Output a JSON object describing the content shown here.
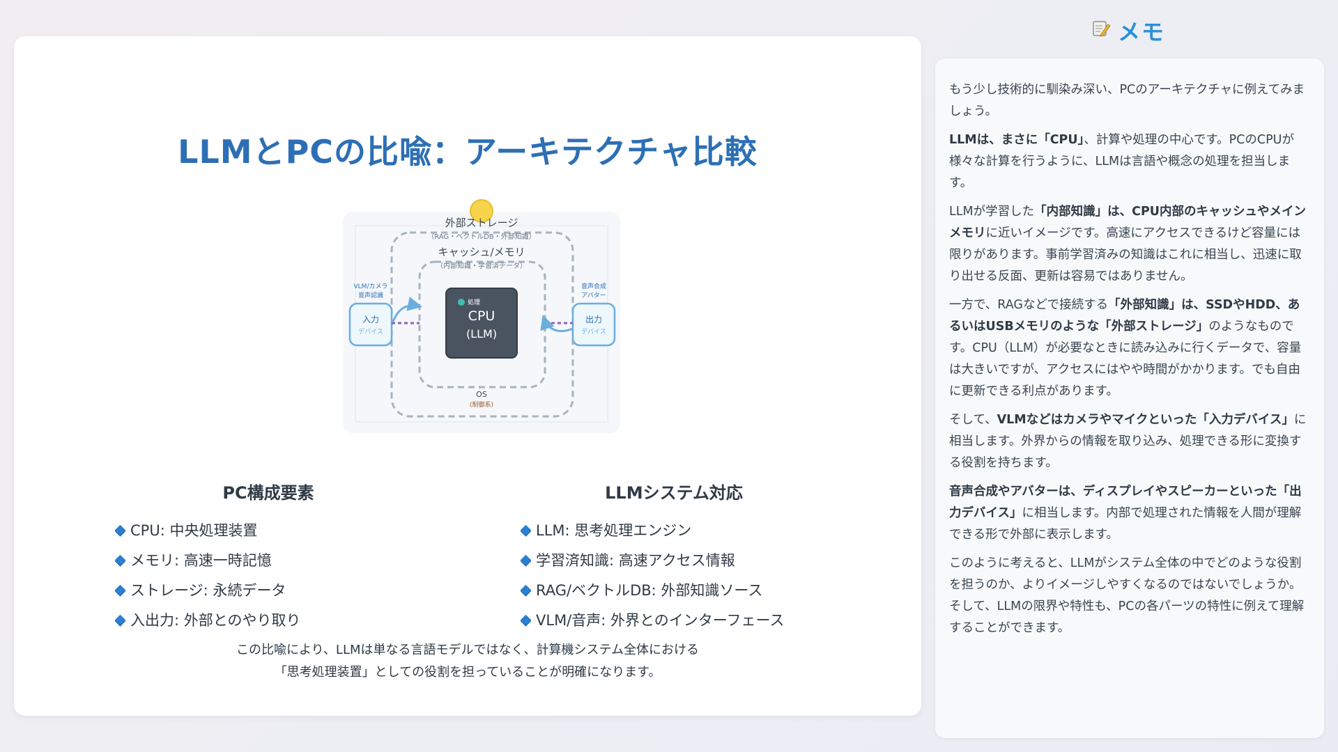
{
  "slide": {
    "title": "LLMとPCの比喩：アーキテクチャ比較",
    "diagram": {
      "storage_label": "外部ストレージ",
      "storage_sub": "（RAG・ベクトルDB・外部知識）",
      "cache_label": "キャッシュ/メモリ",
      "cache_sub": "（内部知識・学習済データ）",
      "cpu_tag": "処理",
      "cpu_line1": "CPU",
      "cpu_line2": "(LLM)",
      "input_caption_1": "VLM/カメラ",
      "input_caption_2": "音声認識",
      "input_label": "入力",
      "input_sub": "デバイス",
      "output_caption_1": "音声合成",
      "output_caption_2": "アバター",
      "output_label": "出力",
      "output_sub": "デバイス",
      "os_label": "OS",
      "os_sub": "(制御系)"
    },
    "left_column": {
      "heading": "PC構成要素",
      "items": [
        "CPU: 中央処理装置",
        "メモリ: 高速一時記憶",
        "ストレージ: 永続データ",
        "入出力: 外部とのやり取り"
      ]
    },
    "right_column": {
      "heading": "LLMシステム対応",
      "items": [
        "LLM: 思考処理エンジン",
        "学習済知識: 高速アクセス情報",
        "RAG/ベクトルDB: 外部知識ソース",
        "VLM/音声: 外界とのインターフェース"
      ]
    },
    "summary_line1": "この比喩により、LLMは単なる言語モデルではなく、計算機システム全体における",
    "summary_line2": "「思考処理装置」としての役割を担っていることが明確になります。"
  },
  "memo": {
    "icon": "memo-pencil-icon",
    "title": "メモ",
    "p1": "もう少し技術的に馴染み深い、PCのアーキテクチャに例えてみましょう。",
    "p2_bold": "LLMは、まさに「CPU」",
    "p2_rest": "、計算や処理の中心です。PCのCPUが様々な計算を行うように、LLMは言語や概念の処理を担当します。",
    "p3_pre": "LLMが学習した",
    "p3_bold": "「内部知識」は、CPU内部のキャッシュやメインメモリ",
    "p3_rest": "に近いイメージです。高速にアクセスできるけど容量には限りがあります。事前学習済みの知識はこれに相当し、迅速に取り出せる反面、更新は容易ではありません。",
    "p4_pre": "一方で、RAGなどで接続する",
    "p4_bold": "「外部知識」は、SSDやHDD、あるいはUSBメモリのような「外部ストレージ」",
    "p4_rest": "のようなものです。CPU（LLM）が必要なときに読み込みに行くデータで、容量は大きいですが、アクセスにはやや時間がかかります。でも自由に更新できる利点があります。",
    "p5_pre": "そして、",
    "p5_bold": "VLMなどはカメラやマイクといった「入力デバイス」",
    "p5_rest": "に相当します。外界からの情報を取り込み、処理できる形に変換する役割を持ちます。",
    "p6_bold": "音声合成やアバターは、ディスプレイやスピーカーといった「出力デバイス」",
    "p6_rest": "に相当します。内部で処理された情報を人間が理解できる形で外部に表示します。",
    "p7": "このように考えると、LLMがシステム全体の中でどのような役割を担うのか、よりイメージしやすくなるのではないでしょうか。そして、LLMの限界や特性も、PCの各パーツの特性に例えて理解することができます。"
  }
}
